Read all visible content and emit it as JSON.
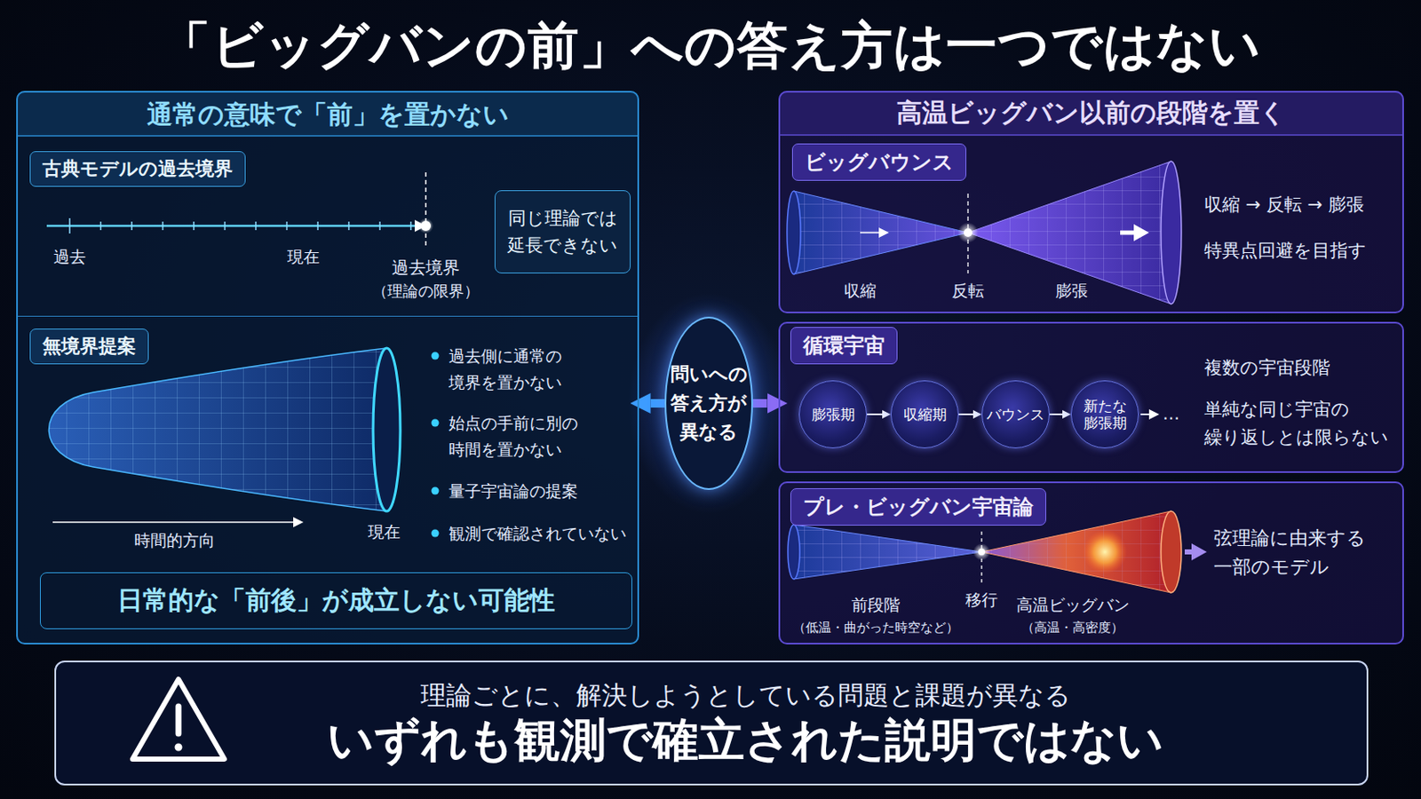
{
  "diagram": {
    "title": "「ビッグバンの前」への答え方は一つではない",
    "nodes": [
      {
        "text": [
          "通常の意味で「前」を置かない"
        ]
      },
      {
        "text": [
          "古典モデルの過去境界"
        ],
        "in": 0
      },
      {
        "text": [
          "同じ理論では 延長できない"
        ],
        "in": 1
      },
      {
        "text": [
          "無境界提案"
        ],
        "in": 0
      },
      {
        "text": [
          "日常的な「前後」が成立しない可能性"
        ],
        "in": 0
      },
      {
        "text": [
          "問いへの 答え方が 異なる"
        ]
      },
      {
        "text": [
          "高温ビッグバン以前の段階を置く"
        ]
      },
      {
        "text": [
          "ビッグバウンス"
        ],
        "in": 6
      },
      {
        "text": [
          "循環宇宙"
        ],
        "in": 6
      },
      {
        "text": [
          "膨張期"
        ],
        "in": 8
      },
      {
        "text": [
          "収縮期"
        ],
        "in": 8
      },
      {
        "text": [
          "バウンス"
        ],
        "in": 8
      },
      {
        "text": [
          "新たな 膨張期"
        ],
        "in": 8
      },
      {
        "text": [
          "プレ・ビッグバン宇宙論"
        ],
        "in": 6
      },
      {
        "text": [
          "いずれも観測で確立された説明ではない",
          "理論ごとに、解決しようとしている問題と課題が異なる"
        ]
      }
    ],
    "edges": [
      {
        "from": 5,
        "to": 0,
        "arrow": "to"
      },
      {
        "from": 5,
        "to": 6,
        "arrow": "to"
      },
      {
        "from": 9,
        "to": 10,
        "arrow": "to"
      },
      {
        "from": 10,
        "to": 11,
        "arrow": "to"
      },
      {
        "from": 11,
        "to": 12,
        "arrow": "to"
      }
    ],
    "labels": [
      "過去",
      "現在",
      "過去境界",
      "（理論の限界）",
      "過去側に通常の 境界を置かない",
      "始点の手前に別の 時間を置かない",
      "量子宇宙論の提案",
      "観測で確認されていない",
      "時間的方向",
      "現在",
      "収縮",
      "反転",
      "膨張",
      "収縮 → 反転 → 膨張",
      "特異点回避を目指す",
      "…",
      "複数の宇宙段階",
      "単純な同じ宇宙の 繰り返しとは限らない",
      "前段階",
      "（低温・曲がった時空など）",
      "移行",
      "高温ビッグバン",
      "（高温・高密度）",
      "弦理論に由来する 一部のモデル"
    ]
  }
}
